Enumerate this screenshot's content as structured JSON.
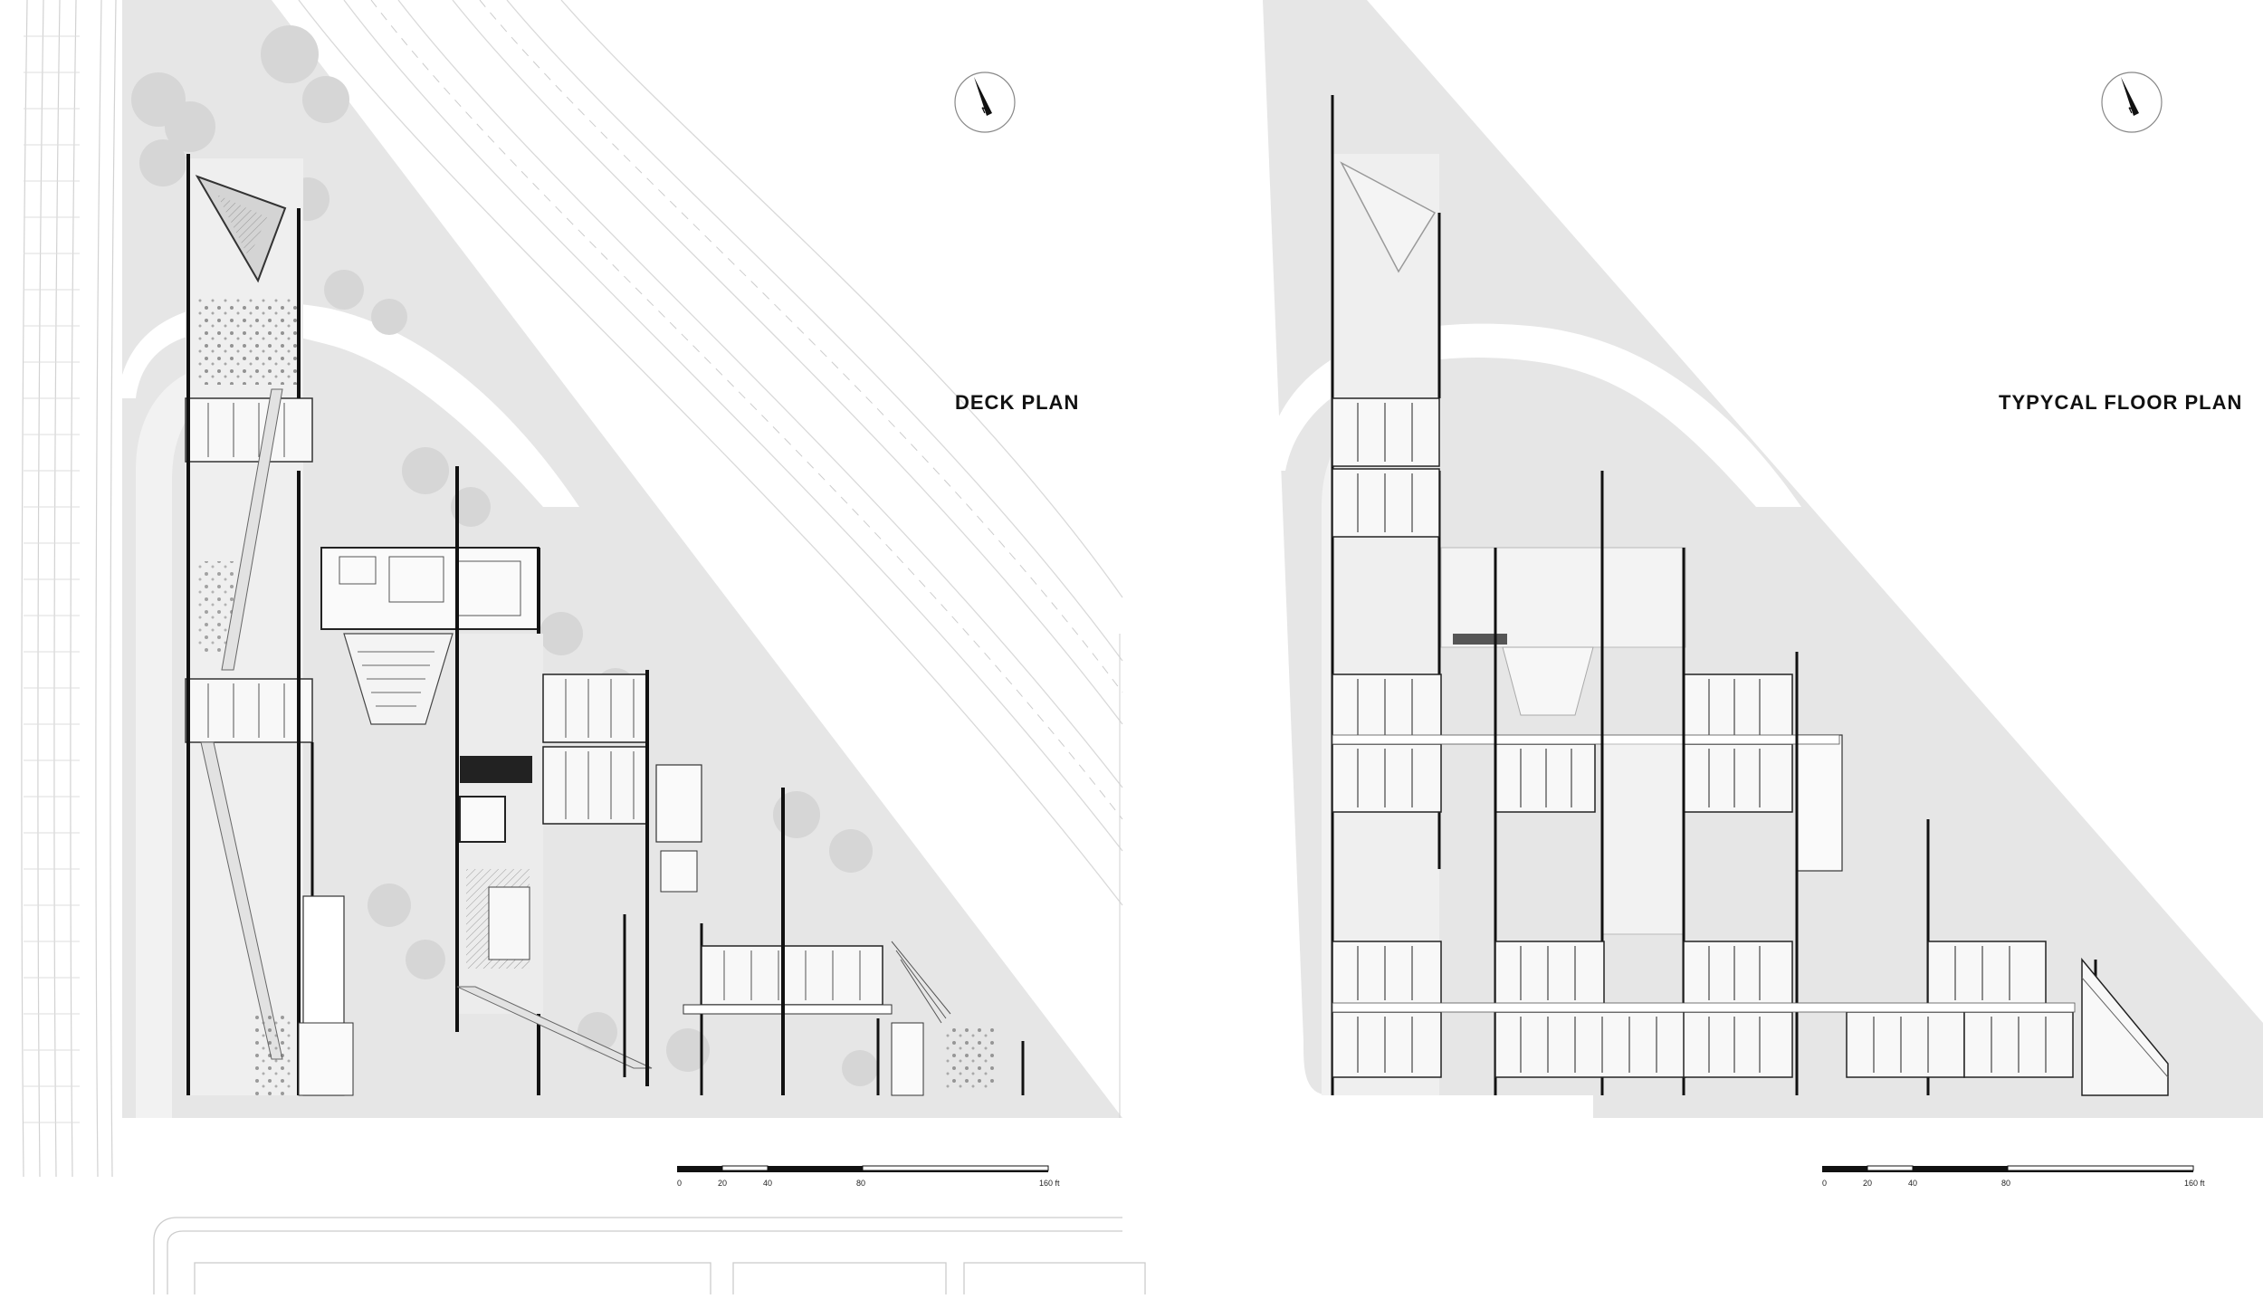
{
  "deck_plan": {
    "title": "DECK PLAN",
    "north": "N",
    "scale": {
      "ticks": [
        "0",
        "20",
        "40",
        "80"
      ],
      "end_label": "160 ft"
    }
  },
  "typical_floor_plan": {
    "title": "TYPYCAL FLOOR PLAN",
    "north": "N",
    "scale": {
      "ticks": [
        "0",
        "20",
        "40",
        "80"
      ],
      "end_label": "160 ft"
    }
  },
  "colors": {
    "ground": "#e6e6e6",
    "ground_light": "#efefef",
    "wall": "#111111",
    "room": "#f6f6f6",
    "line": "#cfcfcf"
  }
}
